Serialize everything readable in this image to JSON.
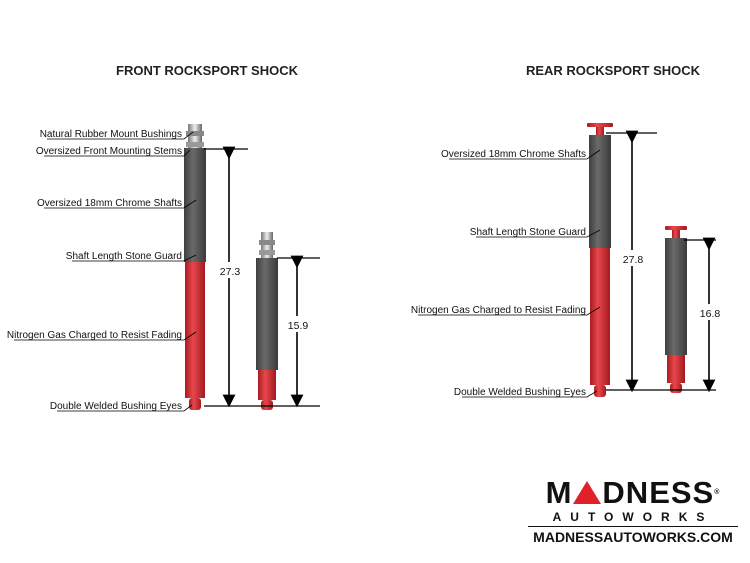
{
  "front": {
    "title": "FRONT ROCKSPORT SHOCK",
    "labels": [
      "Natural Rubber Mount Bushings",
      "Oversized Front Mounting Stems",
      "Oversized 18mm Chrome Shafts",
      "Shaft Length Stone Guard",
      "Nitrogen Gas Charged to Resist Fading",
      "Double Welded Bushing Eyes"
    ],
    "extended_length": "27.3",
    "compressed_length": "15.9"
  },
  "rear": {
    "title": "REAR ROCKSPORT SHOCK",
    "labels": [
      "Oversized 18mm Chrome Shafts",
      "Shaft Length Stone Guard",
      "Nitrogen Gas Charged to Resist Fading",
      "Double Welded Bushing Eyes"
    ],
    "extended_length": "27.8",
    "compressed_length": "16.8"
  },
  "brand": {
    "logo_text": "MADNESS",
    "logo_sub": "AUTOWORKS",
    "url": "MADNESSAUTOWORKS.COM",
    "accent": "#e0202a"
  },
  "colors": {
    "body": "#555555",
    "red": "#d8333a"
  }
}
